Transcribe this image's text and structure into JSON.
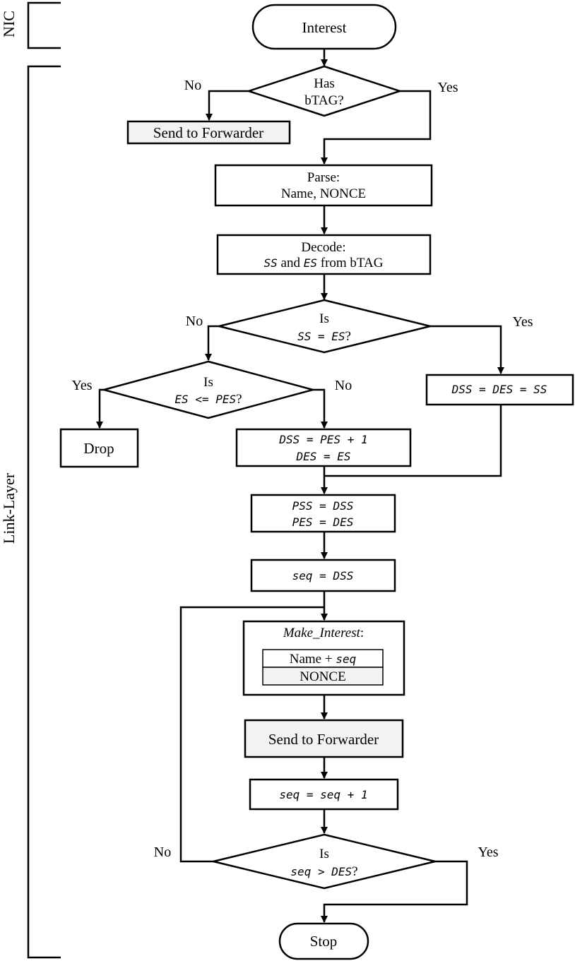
{
  "lanes": {
    "nic": "NIC",
    "link_layer": "Link-Layer"
  },
  "nodes": {
    "interest": "Interest",
    "has_btag_1": "Has",
    "has_btag_2": "bTAG?",
    "send_forwarder_top": "Send to Forwarder",
    "parse_1": "Parse:",
    "parse_2": "Name, NONCE",
    "decode_1": "Decode:",
    "decode_2_ss": "SS",
    "decode_2_and": " and ",
    "decode_2_es": "ES",
    "decode_2_rest": " from bTAG",
    "is_ss_1": "Is",
    "is_ss_2": "SS = ES",
    "is_ss_q": "?",
    "is_es_1": "Is",
    "is_es_2": "ES <= PES",
    "is_es_q": "?",
    "drop": "Drop",
    "dss_pes_1": "DSS = PES + 1",
    "dss_pes_2": "DES = ES",
    "dss_des_ss": "DSS = DES = SS",
    "pss_1": "PSS = DSS",
    "pss_2": "PES = DES",
    "seq_dss": "seq = DSS",
    "make_interest": "Make_Interest",
    "make_interest_colon": ":",
    "name_seq_name": "Name + ",
    "name_seq_seq": "seq",
    "nonce": "NONCE",
    "send_forwarder_loop": "Send to Forwarder",
    "seq_inc": "seq = seq + 1",
    "is_seq_1": "Is",
    "is_seq_2": "seq > DES",
    "is_seq_q": "?",
    "stop": "Stop"
  },
  "edges": {
    "has_no": "No",
    "has_yes": "Yes",
    "ss_no": "No",
    "ss_yes": "Yes",
    "es_yes": "Yes",
    "es_no": "No",
    "seq_no": "No",
    "seq_yes": "Yes"
  },
  "colors": {
    "shaded_box": "#f2f2f2",
    "stroke": "#000000"
  }
}
